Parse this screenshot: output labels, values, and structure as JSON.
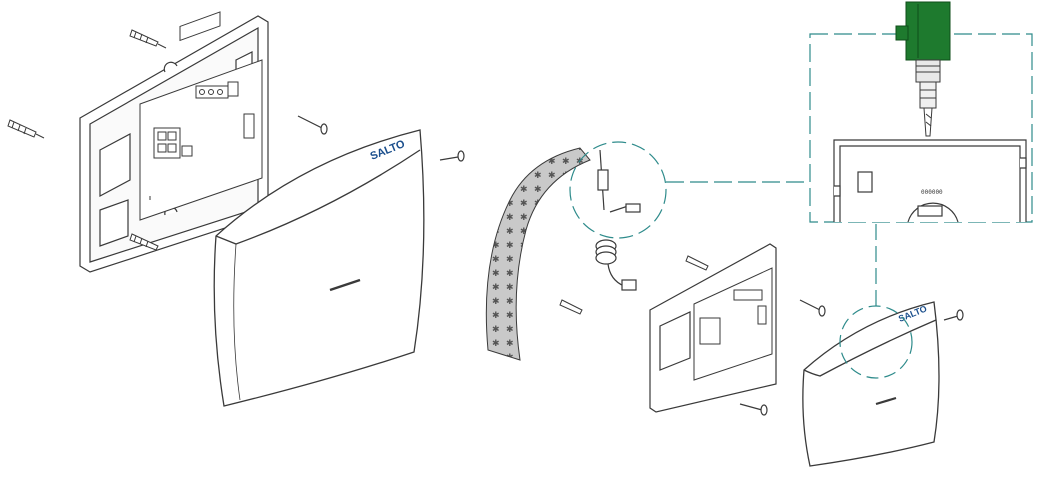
{
  "brand": {
    "logo_main": "SALTO",
    "logo_accent_letter": "A"
  },
  "label_small": "000000",
  "colors": {
    "line": "#3a3a3a",
    "teal": "#2e8b8b",
    "drill_green": "#1e7a2e",
    "drill_dark": "#0f4d1a",
    "wall_gray": "#8a8a8a",
    "logo_blue": "#1a4e8c",
    "logo_cyan": "#19a0c8"
  },
  "icons": [
    "wall-plug-icon",
    "screw-icon",
    "drill-icon",
    "cable-icon",
    "circuit-board-icon"
  ]
}
